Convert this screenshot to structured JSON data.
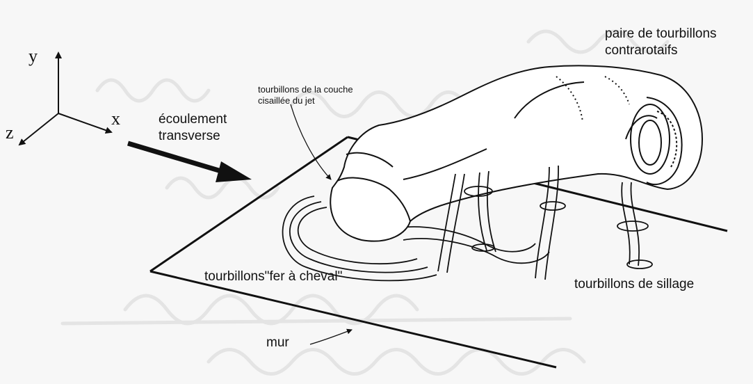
{
  "axes": {
    "y": "y",
    "x": "x",
    "z": "z"
  },
  "labels": {
    "flow_line1": "écoulement",
    "flow_line2": "transverse",
    "shear_line1": "tourbillons de la couche",
    "shear_line2": "cisaillée du jet",
    "pair_line1": "paire de tourbillons",
    "pair_line2": "contrarotaifs",
    "horseshoe": "tourbillons\"fer à cheval\"",
    "wake": "tourbillons de sillage",
    "wall": "mur"
  },
  "colors": {
    "ink": "#111111",
    "background": "#f7f7f7",
    "bleed_through": "#e6e6e6"
  }
}
